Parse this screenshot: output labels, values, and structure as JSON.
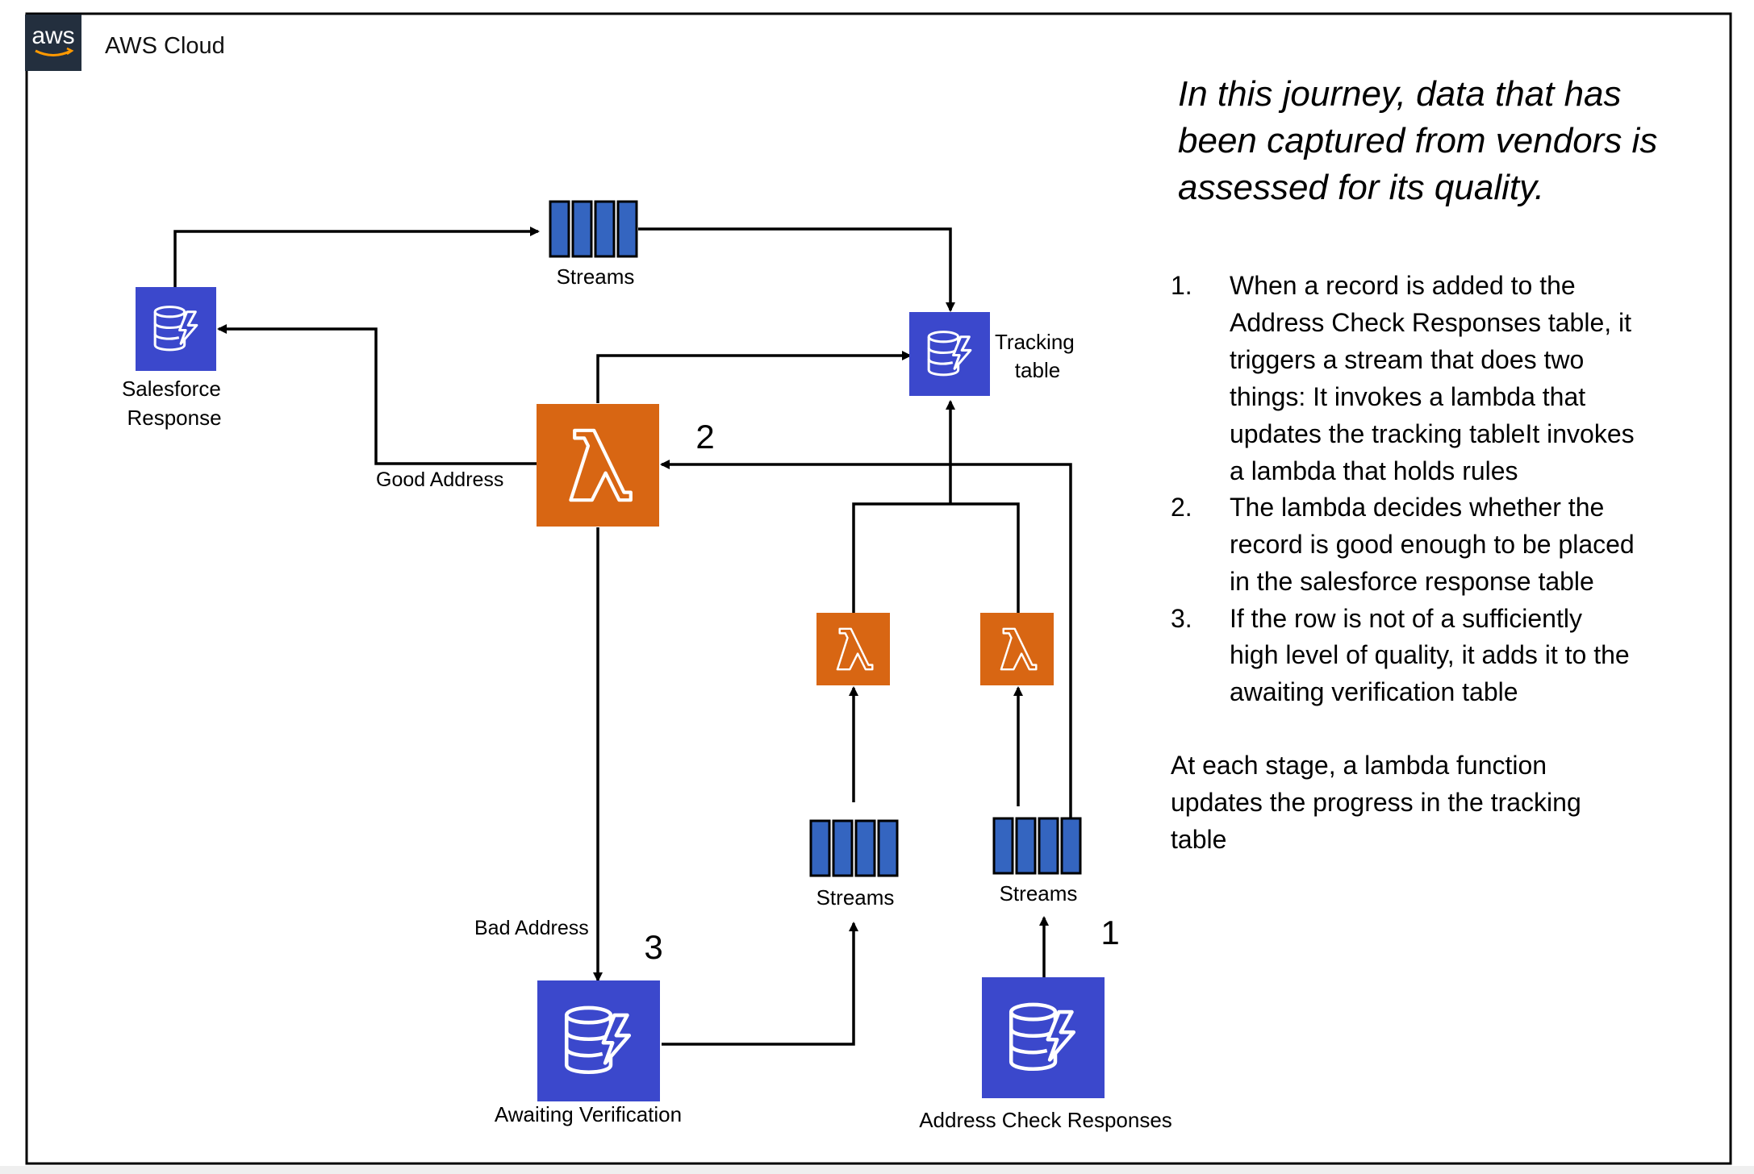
{
  "header": {
    "cloud_label": "AWS Cloud",
    "logo_text": "aws"
  },
  "nodes": {
    "salesforce_response": "Salesforce\nResponse",
    "tracking_table": "Tracking\ntable",
    "awaiting_verification": "Awaiting Verification",
    "address_check_responses": "Address Check Responses",
    "streams_top": "Streams",
    "streams_middle": "Streams",
    "streams_right": "Streams"
  },
  "edges": {
    "good_address": "Good Address",
    "bad_address": "Bad Address"
  },
  "step_numbers": {
    "one": "1",
    "two": "2",
    "three": "3"
  },
  "description": {
    "intro_lines": [
      "In this journey, data that has",
      "been captured from vendors is",
      "assessed for its quality."
    ],
    "steps": [
      {
        "number": "1.",
        "lines": [
          "When a record is added to the",
          "Address Check Responses table, it",
          "triggers a stream that does two",
          "things: It invokes a lambda that",
          "updates the tracking tableIt invokes",
          "a lambda that holds rules"
        ]
      },
      {
        "number": "2.",
        "lines": [
          "The lambda decides whether the",
          "record is good enough to be placed",
          "in the salesforce response table"
        ]
      },
      {
        "number": "3.",
        "lines": [
          "If the row is not of a sufficiently",
          "high level of quality, it adds it to the",
          "awaiting verification table"
        ]
      }
    ],
    "footer_lines": [
      "At each stage, a lambda function",
      "updates the progress in the tracking",
      "table"
    ]
  },
  "colors": {
    "dynamodb_fill": "#3B48CC",
    "dynamodb_fill_light": "#4D5CE0",
    "lambda_fill": "#D86613",
    "stream_fill": "#3465C0",
    "aws_logo_bg": "#232F3E",
    "aws_logo_smile": "#FF9900",
    "line_color": "#000000"
  }
}
